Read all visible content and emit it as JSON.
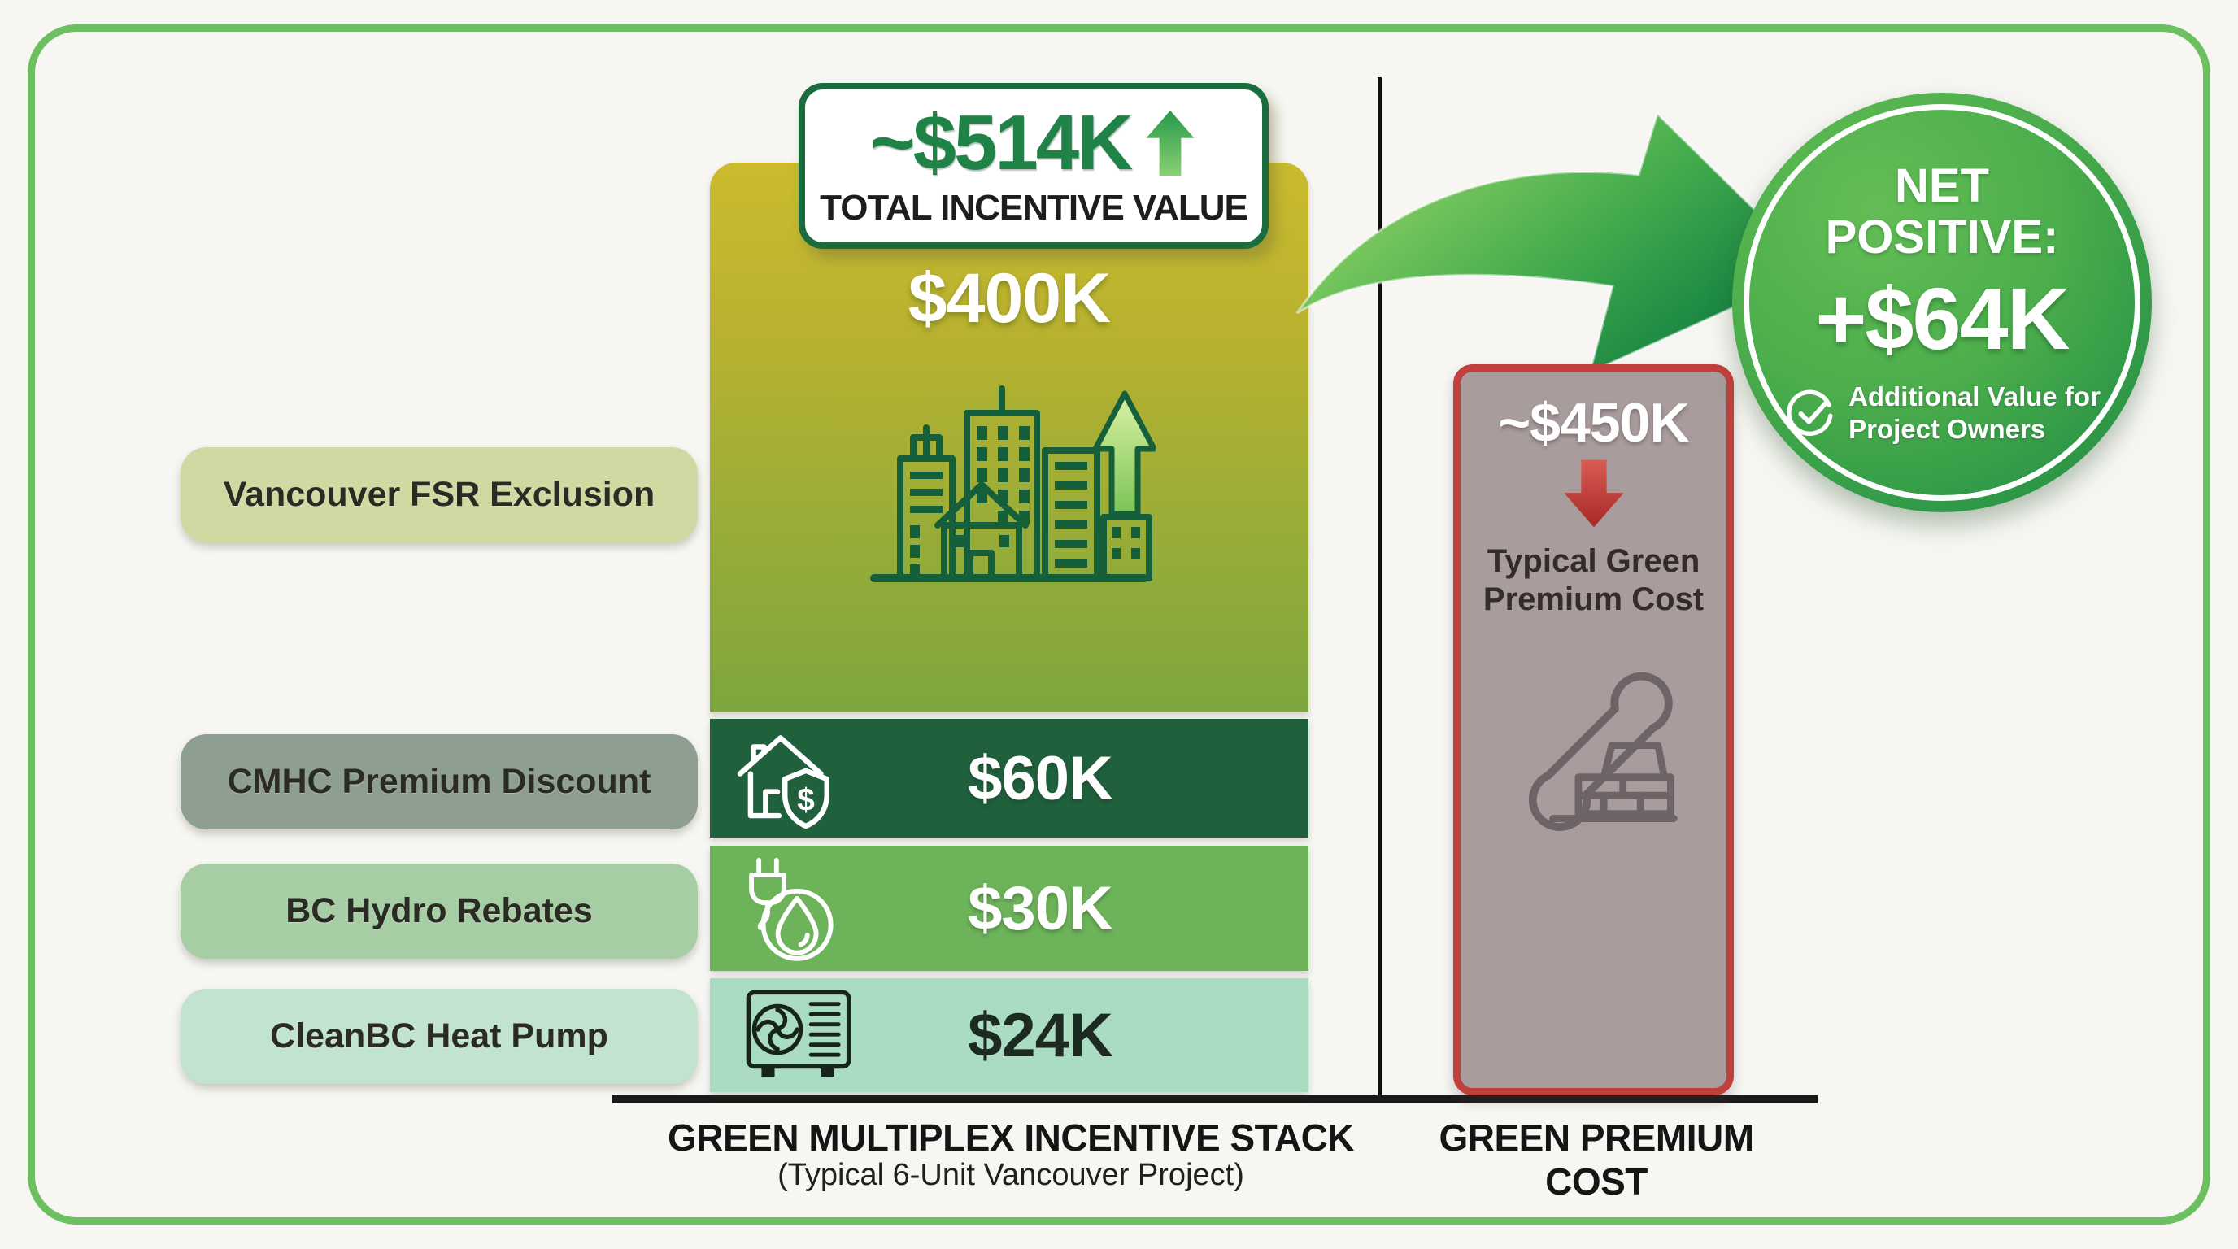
{
  "meta": {
    "background": "#f7f6f3",
    "frame_border_color": "#6cc05f",
    "divider_color": "#0f0f0f",
    "axis_color": "#1a1a1a"
  },
  "total_badge": {
    "value": "~$514K",
    "label": "TOTAL INCENTIVE VALUE",
    "value_color": "#1f8347",
    "border_color": "#1a6b3d",
    "arrow_icon": "up-arrow-icon"
  },
  "stack": {
    "segments": [
      {
        "label": "Vancouver FSR Exclusion",
        "value": "$400K",
        "icon": "city-growth-icon",
        "pill_color": "#cfdaa2",
        "fill_top": "#cbbb2d",
        "fill_bottom": "#7ea63f",
        "text_color": "#ffffff"
      },
      {
        "label": "CMHC Premium Discount",
        "value": "$60K",
        "icon": "house-shield-dollar-icon",
        "pill_color": "#8e9e90",
        "fill": "#20603d",
        "text_color": "#ffffff"
      },
      {
        "label": "BC Hydro Rebates",
        "value": "$30K",
        "icon": "plug-water-drop-icon",
        "pill_color": "#a7cda4",
        "fill": "#6db35a",
        "text_color": "#ffffff"
      },
      {
        "label": "CleanBC Heat Pump",
        "value": "$24K",
        "icon": "heat-pump-icon",
        "pill_color": "#c2e3ce",
        "fill": "#a9dcc0",
        "text_color": "#1d2a22"
      }
    ],
    "axis_title": "GREEN MULTIPLEX INCENTIVE STACK",
    "axis_subtitle": "(Typical 6-Unit Vancouver Project)"
  },
  "premium": {
    "value": "~$450K",
    "label_line1": "Typical Green",
    "label_line2": "Premium Cost",
    "axis_title": "GREEN PREMIUM COST",
    "fill": "#a89c9d",
    "border_color": "#c0403c",
    "arrow_icon": "down-arrow-icon",
    "icon": "wrench-bricks-icon"
  },
  "net_badge": {
    "title_line1": "NET",
    "title_line2": "POSITIVE:",
    "value": "+$64K",
    "note_line1": "Additional Value for",
    "note_line2": "Project Owners",
    "check_icon": "check-circle-icon",
    "fill": "#2d9747"
  },
  "chart_data": {
    "type": "bar",
    "subtype": "stacked-comparison-infographic",
    "unit": "thousand dollars (K)",
    "categories": [
      "GREEN MULTIPLEX INCENTIVE STACK",
      "GREEN PREMIUM COST"
    ],
    "stacks": [
      {
        "category": "GREEN MULTIPLEX INCENTIVE STACK",
        "category_note": "(Typical 6-Unit Vancouver Project)",
        "total": 514,
        "total_label": "~$514K",
        "total_caption": "TOTAL INCENTIVE VALUE",
        "segments": [
          {
            "label": "Vancouver FSR Exclusion",
            "value": 400,
            "value_label": "$400K",
            "color": "#9fae35"
          },
          {
            "label": "CMHC Premium Discount",
            "value": 60,
            "value_label": "$60K",
            "color": "#20603d"
          },
          {
            "label": "BC Hydro Rebates",
            "value": 30,
            "value_label": "$30K",
            "color": "#6db35a"
          },
          {
            "label": "CleanBC Heat Pump",
            "value": 24,
            "value_label": "$24K",
            "color": "#a9dcc0"
          }
        ]
      },
      {
        "category": "GREEN PREMIUM COST",
        "total": 450,
        "total_label": "~$450K",
        "segments": [
          {
            "label": "Typical Green Premium Cost",
            "value": 450,
            "value_label": "~$450K",
            "color": "#a89c9d"
          }
        ]
      }
    ],
    "net_annotation": {
      "label": "NET POSITIVE:",
      "value": 64,
      "value_label": "+$64K",
      "note": "Additional Value for Project Owners"
    },
    "legend_position": "none",
    "grid": false
  }
}
